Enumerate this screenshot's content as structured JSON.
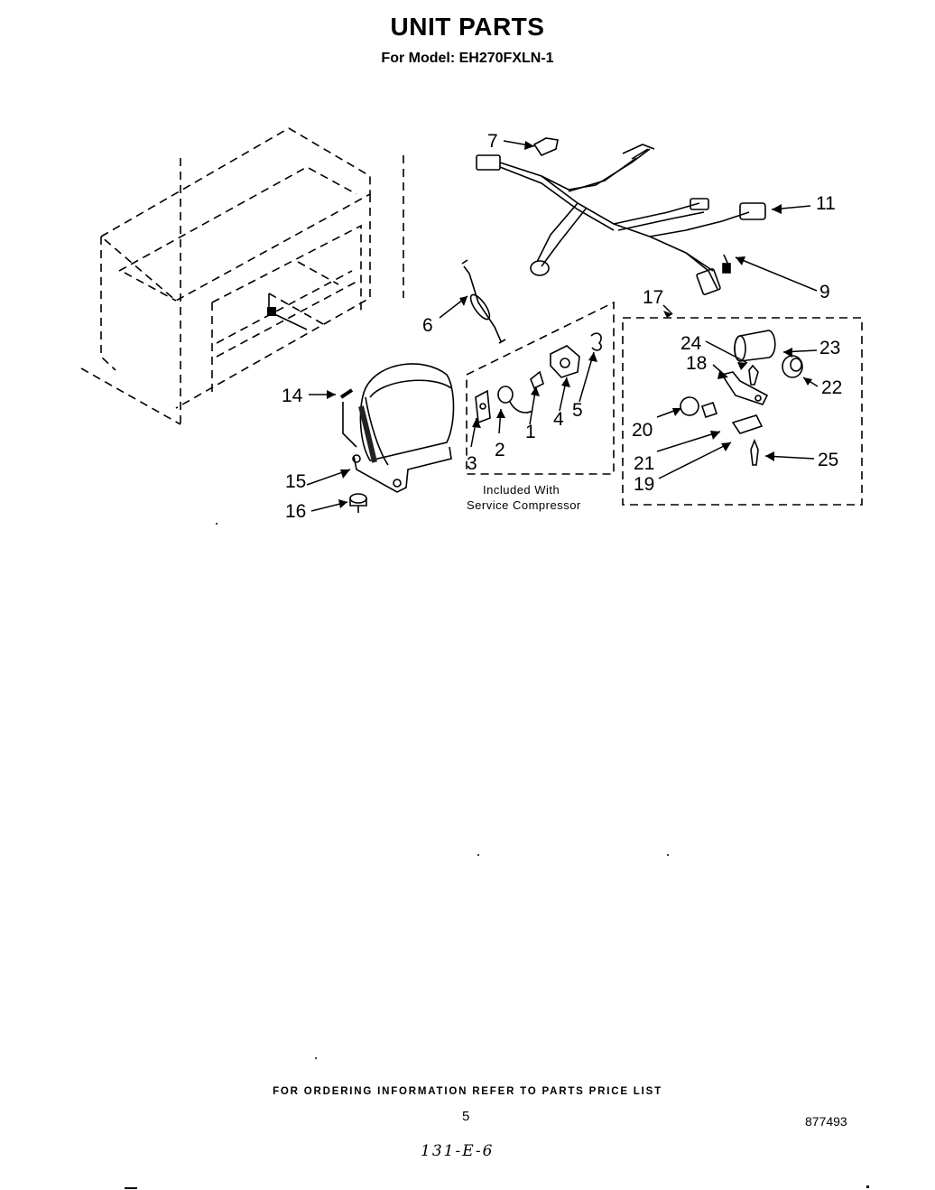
{
  "header": {
    "title": "UNIT PARTS",
    "subtitle": "For Model: EH270FXLN-1"
  },
  "callouts": {
    "c1": "1",
    "c2": "2",
    "c3": "3",
    "c4": "4",
    "c5": "5",
    "c6": "6",
    "c7": "7",
    "c9": "9",
    "c11": "11",
    "c14": "14",
    "c15": "15",
    "c16": "16",
    "c17": "17",
    "c18": "18",
    "c19": "19",
    "c20": "20",
    "c21": "21",
    "c22": "22",
    "c23": "23",
    "c24": "24",
    "c25": "25"
  },
  "note": {
    "line1": "Included With",
    "line2": "Service Compressor"
  },
  "footer": {
    "ordering_info": "FOR ORDERING INFORMATION REFER TO PARTS PRICE LIST",
    "page_number": "5",
    "document_number": "877493",
    "handwritten": "131-E-6"
  }
}
